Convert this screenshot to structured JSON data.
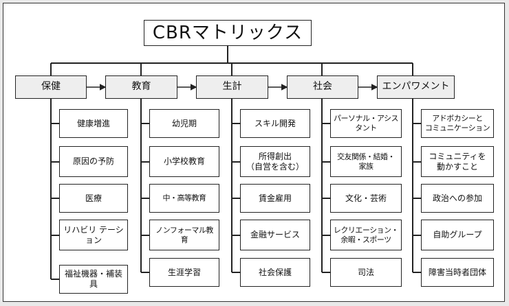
{
  "title": "CBRマトリックス",
  "categories": [
    {
      "label": "保健",
      "items": [
        "健康増進",
        "原因の予防",
        "医療",
        "リハビリ テーション",
        "福祉機器・補装具"
      ]
    },
    {
      "label": "教育",
      "items": [
        "幼児期",
        "小学校教育",
        "中・高等教育",
        "ノンフォーマル教育",
        "生涯学習"
      ]
    },
    {
      "label": "生計",
      "items": [
        "スキル開発",
        "所得創出\n（自営を含む）",
        "賃金雇用",
        "金融サービス",
        "社会保護"
      ]
    },
    {
      "label": "社会",
      "items": [
        "パーソナル・アシスタント",
        "交友関係・結婚・\n家族",
        "文化・芸術",
        "レクリエーション・\n余暇・スポーツ",
        "司法"
      ]
    },
    {
      "label": "エンパワメント",
      "items": [
        "アドボカシーと\nコミュニケーション",
        "コミュニティを\n動かすこと",
        "政治への参加",
        "自助グループ",
        "障害当時者団体"
      ]
    }
  ]
}
